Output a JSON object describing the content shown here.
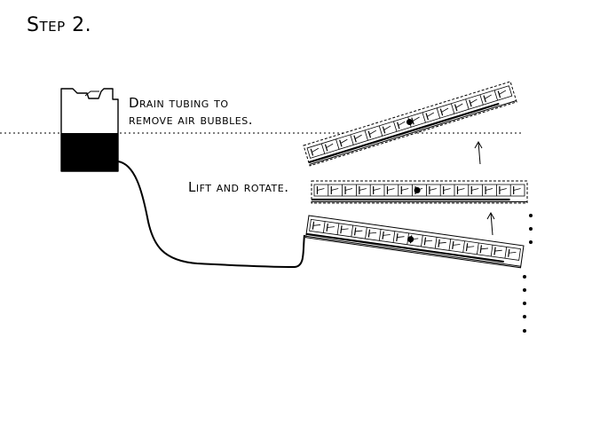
{
  "title": "Step 2.",
  "labels": {
    "drain_line1": "Drain tubing to",
    "drain_line2": "remove air bubbles.",
    "lift": "Lift and rotate."
  },
  "colors": {
    "ink": "#000000",
    "background": "#ffffff"
  },
  "icons": {
    "container": "fluid-container-icon",
    "tubing": "tubing-line",
    "rails": "gel-tray-rails",
    "arrows": "up-arrow-icon"
  }
}
